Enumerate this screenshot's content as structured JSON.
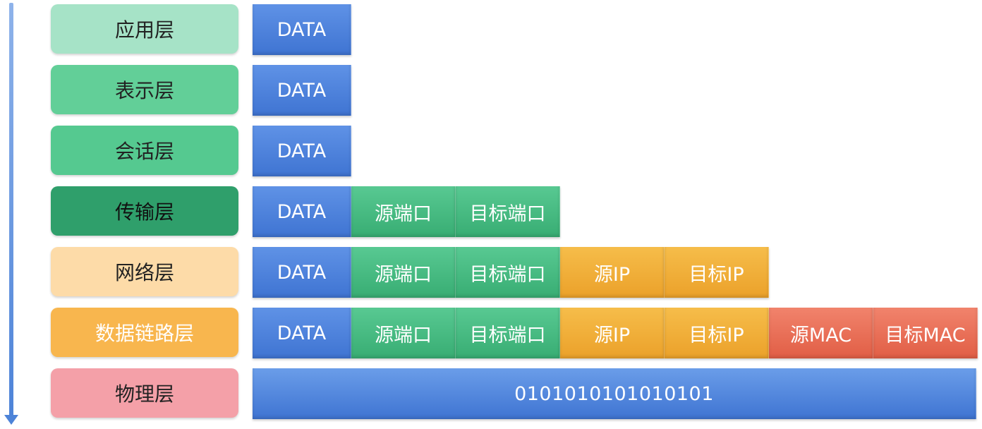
{
  "layers": [
    {
      "label": "应用层",
      "color": "#a6e3c7",
      "text_color": "#222222"
    },
    {
      "label": "表示层",
      "color": "#62cf98",
      "text_color": "#222222"
    },
    {
      "label": "会话层",
      "color": "#55c990",
      "text_color": "#222222"
    },
    {
      "label": "传输层",
      "color": "#2f9f6b",
      "text_color": "#111111"
    },
    {
      "label": "网络层",
      "color": "#fddba8",
      "text_color": "#222222"
    },
    {
      "label": "数据链路层",
      "color": "#f8b64e",
      "text_color": "#ffffff"
    },
    {
      "label": "物理层",
      "color": "#f4a0a8",
      "text_color": "#222222"
    }
  ],
  "fields": {
    "data": "DATA",
    "src_port": "源端口",
    "dst_port": "目标端口",
    "src_ip": "源IP",
    "dst_ip": "目标IP",
    "src_mac": "源MAC",
    "dst_mac": "目标MAC",
    "bits": "0101010101010101"
  },
  "colors": {
    "data": "#4a80dc",
    "port": "#44b87f",
    "ip": "#f0ac35",
    "mac": "#e86c53",
    "arrow": "#4d83d8"
  }
}
